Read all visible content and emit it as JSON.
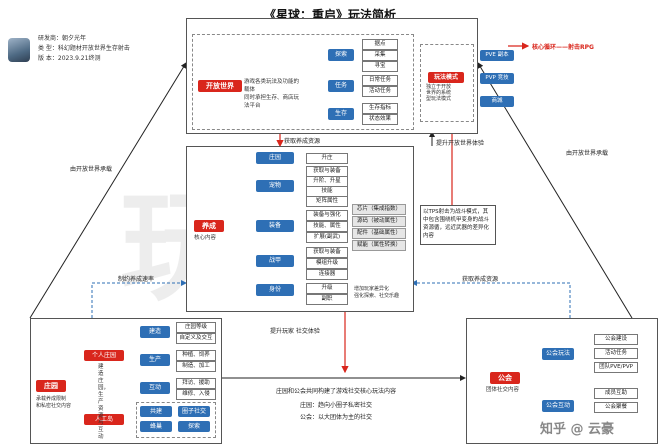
{
  "title": "《星球：重启》玩法简析",
  "meta": {
    "lines": [
      "研发商：朝夕光年",
      "类 型：科幻题材开放世界生存射击",
      "版 本：2023.9.21终测"
    ]
  },
  "top_panel": {
    "open_world": "开放世界",
    "open_world_desc": "游戏各类玩法及功能的载体\n同时承担生存、商店玩法平台",
    "explore": "探索",
    "explore_items": [
      "据点",
      "采集",
      "寻宝"
    ],
    "task": "任务",
    "task_items": [
      "日常任务",
      "活动任务"
    ],
    "survive": "生存",
    "survive_items": [
      "生存指标",
      "状态效果"
    ],
    "play_mode": "玩法模式",
    "play_mode_desc": "独立于开放\n世界的系统\n型玩法模式",
    "play_items": [
      "PVE 副本",
      "PVP 竞技",
      "商城"
    ],
    "core_loop": "核心循环——射击RPG"
  },
  "mid_panel": {
    "develop": "养成",
    "develop_sub": "核心内容",
    "get_resource": "获取养成资源",
    "exp_label": "提升开放世界体验",
    "cats": [
      {
        "name": "庄园",
        "items": [
          "升庄"
        ]
      },
      {
        "name": "宠物",
        "items": [
          "获取与装备",
          "升阶、升星",
          "技能",
          "矩阵属性"
        ]
      },
      {
        "name": "装备",
        "items": [
          "装备与强化",
          "技能、属性",
          "扩展(副武)"
        ]
      },
      {
        "name": "战甲",
        "items": [
          "获取与装备",
          "模组升级",
          "连接器"
        ]
      },
      {
        "name": "身份",
        "items": [
          "升级",
          "副职"
        ]
      }
    ],
    "gray_items": [
      "芯片（集成指数）",
      "源码（被动属性）",
      "配件（基础属性）",
      "赋能（属性转换）"
    ],
    "tps_note": "以TPS射击为战斗模式，其中包含围绕机甲变身的战斗资源循，远近武器的差异化内容",
    "bottom_note": "增加玩家差异化\n强化探索、社交乐趣"
  },
  "left_labels": {
    "carry_left": "由开放世界承载",
    "carry_right": "由开放世界承载",
    "rate": "制约养成速率",
    "get_res": "获取养成资源",
    "social": "提升玩家 社交体验"
  },
  "manor_panel": {
    "manor": "庄园",
    "manor_desc": "承载养成限制\n和私密社交内容",
    "personal": "个人庄园",
    "ai": "人工岛",
    "vertical": "建造庄园，生产资源与互动",
    "build": "建造",
    "build_items": [
      "庄园等级",
      "自定义及交互"
    ],
    "produce": "生产",
    "produce_items": [
      "种植、饲养",
      "制造、加工"
    ],
    "interact": "互动",
    "interact_items": [
      "拜访、援助",
      "维修、入侵"
    ],
    "island_items": [
      "共建",
      "圈子社交",
      "蜂巢",
      "探索"
    ]
  },
  "guild_panel": {
    "guild": "公会",
    "guild_desc": "团体社交内容",
    "guild_play": "公会玩法",
    "guild_play_items": [
      "公会建设",
      "活动任务",
      "团队PVE/PVP"
    ],
    "guild_interact": "公会互动",
    "guild_interact_items": [
      "成员互助",
      "公会聚餐"
    ]
  },
  "bottom_text": {
    "line1": "庄园和公会共同构建了游戏社交核心玩法内容",
    "line2": "庄园：趋向小圈子私密社交",
    "line3": "公会：以大团体为主的社交"
  },
  "brand": "知乎 @ 云豪",
  "watermark": "玩法"
}
